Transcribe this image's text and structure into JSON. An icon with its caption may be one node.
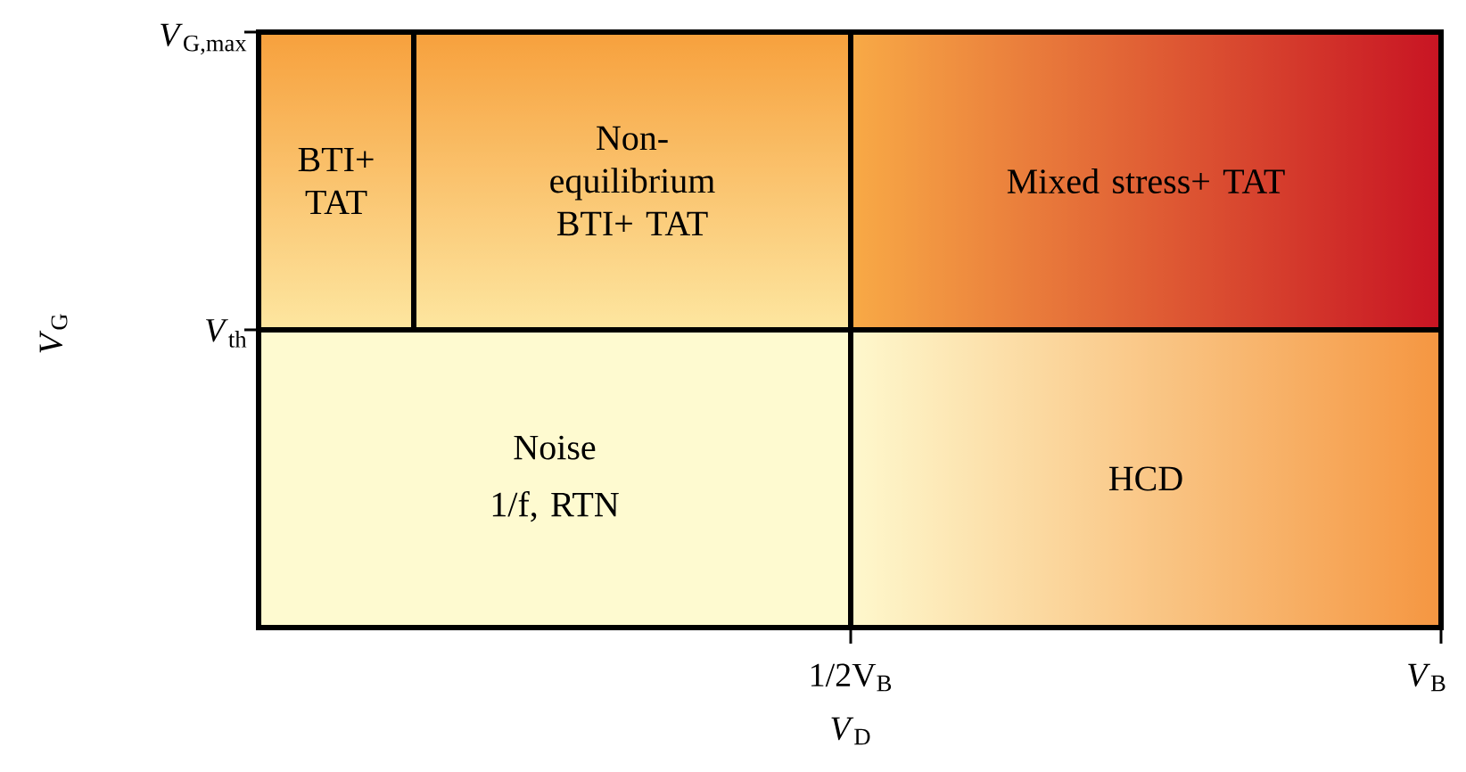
{
  "diagram": {
    "nodes": [
      {
        "text": [
          "BTI+ TAT"
        ]
      },
      {
        "text": [
          "Non-equilibrium BTI+ TAT"
        ]
      },
      {
        "text": [
          "Mixed stress+ TAT"
        ]
      },
      {
        "text": [
          "Noise",
          "1/f, RTN"
        ]
      },
      {
        "text": [
          "HCD"
        ]
      }
    ],
    "labels": [
      "*V*$_{G,max}$",
      "*V*$_{th}$",
      "*V*$_{G}$",
      "1/2V$_{B}$",
      "*V*$_{B}$",
      "*V*$_{D}$"
    ]
  }
}
